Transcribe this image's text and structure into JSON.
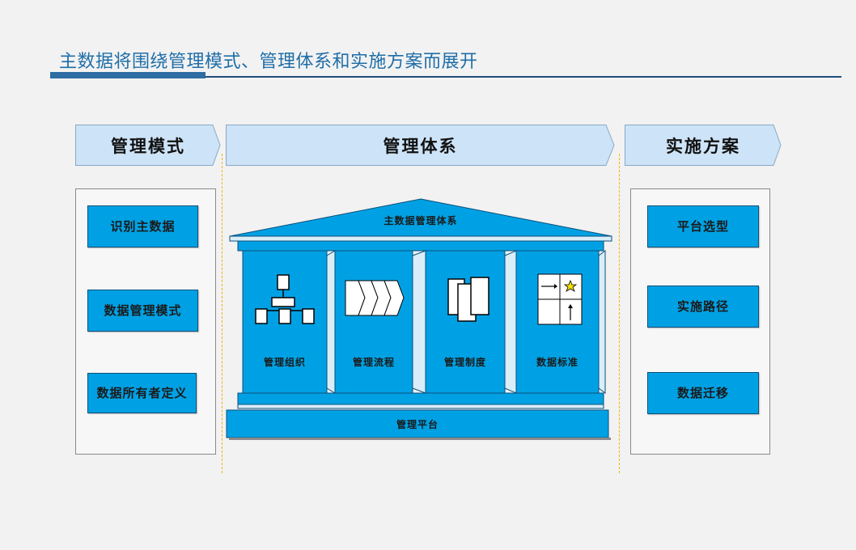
{
  "title": "主数据将围绕管理模式、管理体系和实施方案而展开",
  "headers": {
    "left": "管理模式",
    "center": "管理体系",
    "right": "实施方案"
  },
  "left_items": [
    "识别主数据",
    "数据管理模式",
    "数据所有者定义"
  ],
  "right_items": [
    "平台选型",
    "实施路径",
    "数据迁移"
  ],
  "temple": {
    "roof_label": "主数据管理体系",
    "pillars": [
      "管理组织",
      "管理流程",
      "管理制度",
      "数据标准"
    ],
    "base_label": "管理平台"
  },
  "colors": {
    "title": "#1f6ea8",
    "accent_bar": "#2e6da4",
    "header_fill": "#cde3f7",
    "box_fill": "#00a1e4",
    "dash_line": "#f0b400"
  },
  "icons": [
    "org-chart-icon",
    "process-chevrons-icon",
    "documents-icon",
    "grid-star-icon"
  ]
}
